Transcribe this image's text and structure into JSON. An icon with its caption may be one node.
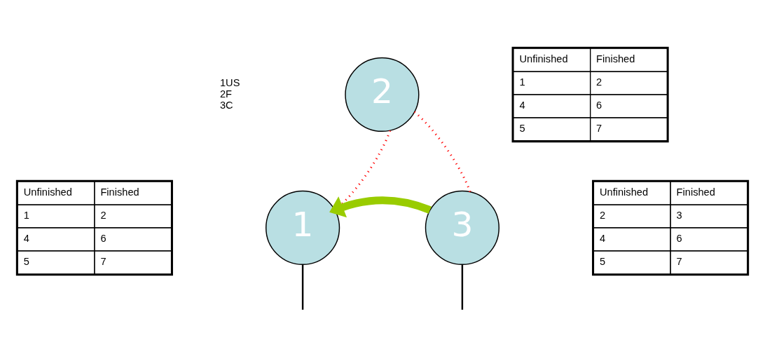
{
  "diagram": {
    "nodes": [
      {
        "text": [
          "1"
        ]
      },
      {
        "text": [
          "2"
        ]
      },
      {
        "text": [
          "3"
        ]
      }
    ],
    "edges": [
      {
        "from": 1,
        "to": 0,
        "arrow": "none",
        "style": "dashed",
        "color": "#ff0000"
      },
      {
        "from": 1,
        "to": 2,
        "arrow": "none",
        "style": "dashed",
        "color": "#ff0000"
      },
      {
        "from": 2,
        "to": 0,
        "arrow": "to",
        "style": "thick",
        "color": "#99cc00"
      },
      {
        "from": 0,
        "to": null,
        "arrow": "none",
        "color": "#000000"
      },
      {
        "from": 2,
        "to": null,
        "arrow": "none",
        "color": "#000000"
      }
    ],
    "labels": [
      "1US",
      "2F",
      "3C",
      "Unfinished",
      "Finished",
      "1",
      "2",
      "4",
      "6",
      "5",
      "7",
      "Unfinished",
      "Finished",
      "1",
      "2",
      "4",
      "6",
      "5",
      "7",
      "Unfinished",
      "Finished",
      "2",
      "3",
      "4",
      "6",
      "5",
      "7"
    ]
  }
}
